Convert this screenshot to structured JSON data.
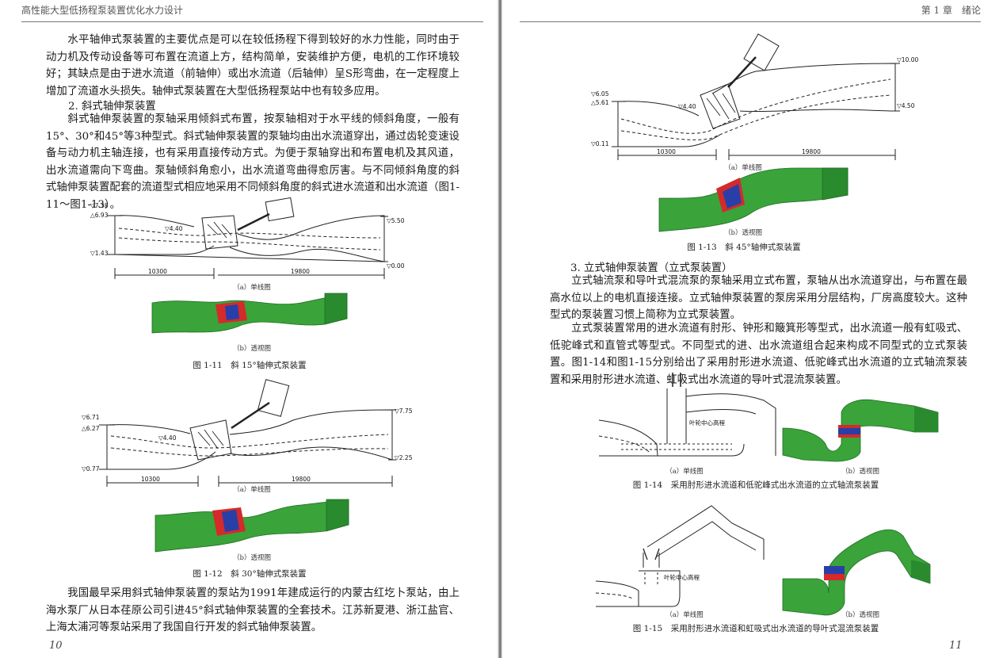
{
  "left": {
    "header": "高性能大型低扬程泵装置优化水力设计",
    "page_number": "10",
    "p1": "水平轴伸式泵装置的主要优点是可以在较低扬程下得到较好的水力性能，同时由于动力机及传动设备等可布置在流道上方，结构简单，安装维护方便，电机的工作环境较好；其缺点是由于进水流道（前轴伸）或出水流道（后轴伸）呈S形弯曲，在一定程度上增加了流道水头损失。轴伸式泵装置在大型低扬程泵站中也有较多应用。",
    "section2": "2. 斜式轴伸泵装置",
    "p2": "斜式轴伸泵装置的泵轴采用倾斜式布置，按泵轴相对于水平线的倾斜角度，一般有15°、30°和45°等3种型式。斜式轴伸泵装置的泵轴均由出水流道穿出，通过齿轮变速设备与动力机主轴连接，也有采用直接传动方式。为便于泵轴穿出和布置电机及其风道，出水流道需向下弯曲。泵轴倾斜角愈小，出水流道弯曲得愈厉害。与不同倾斜角度的斜式轴伸泵装置配套的流道型式相应地采用不同倾斜角度的斜式进水流道和出水流道（图1-11～图1-13）。",
    "p3": "我国最早采用斜式轴伸泵装置的泵站为1991年建成运行的内蒙古红圪卜泵站，由上海水泵厂从日本荏原公司引进45°斜式轴伸泵装置的全套技术。江苏新夏港、浙江盐官、上海太浦河等泵站采用了我国自行开发的斜式轴伸泵装置。",
    "fig11": {
      "elev": [
        "▽7.38",
        "△6.93",
        "▽4.40",
        "▽1.43",
        "▽5.50",
        "▽0.00"
      ],
      "dims": [
        "10300",
        "19800"
      ],
      "sub_a": "（a）单线图",
      "sub_b": "（b）透视图",
      "caption": "图 1-11　斜 15°轴伸式泵装置"
    },
    "fig12": {
      "elev": [
        "▽6.71",
        "△6.27",
        "▽4.40",
        "▽0.77",
        "▽7.75",
        "▽2.25"
      ],
      "dims": [
        "10300",
        "19800"
      ],
      "sub_a": "（a）单线图",
      "sub_b": "（b）透视图",
      "caption": "图 1-12　斜 30°轴伸式泵装置"
    }
  },
  "right": {
    "header": "第 1 章　绪论",
    "page_number": "11",
    "fig13": {
      "elev": [
        "▽6.05",
        "△5.61",
        "▽4.40",
        "▽0.11",
        "▽10.00",
        "▽4.50"
      ],
      "dims": [
        "10300",
        "19800"
      ],
      "sub_a": "（a）单线图",
      "sub_b": "（b）透视图",
      "caption": "图 1-13　斜 45°轴伸式泵装置"
    },
    "section3": "3. 立式轴伸泵装置（立式泵装置）",
    "p1": "立式轴流泵和导叶式混流泵的泵轴采用立式布置，泵轴从出水流道穿出，与布置在最高水位以上的电机直接连接。立式轴伸泵装置的泵房采用分层结构，厂房高度较大。这种型式的泵装置习惯上简称为立式泵装置。",
    "p2": "立式泵装置常用的进水流道有肘形、钟形和簸箕形等型式，出水流道一般有虹吸式、低驼峰式和直管式等型式。不同型式的进、出水流道组合起来构成不同型式的立式泵装置。图1-14和图1-15分别给出了采用肘形进水流道、低驼峰式出水流道的立式轴流泵装置和采用肘形进水流道、虹吸式出水流道的导叶式混流泵装置。",
    "fig14": {
      "label": "叶轮中心高程",
      "sub_a": "（a）单线图",
      "sub_b": "（b）透视图",
      "caption": "图 1-14　采用肘形进水流道和低驼峰式出水流道的立式轴流泵装置"
    },
    "fig15": {
      "label": "叶轮中心高程",
      "sub_a": "（a）单线图",
      "sub_b": "（b）透视图",
      "caption": "图 1-15　采用肘形进水流道和虹吸式出水流道的导叶式混流泵装置"
    }
  },
  "colors": {
    "green": "#3aa33a",
    "green_dark": "#1f6e24",
    "red": "#d42a2a",
    "blue": "#2a3ea8"
  }
}
